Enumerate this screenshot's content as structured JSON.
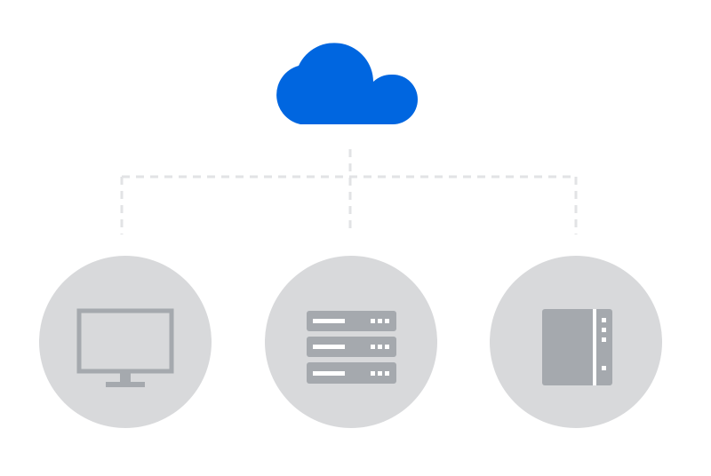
{
  "diagram": {
    "cloud": {
      "icon": "cloud-icon",
      "color": "#0066e0"
    },
    "connector_color": "#e2e3e5",
    "circle_color": "#d8d9db",
    "device_color": "#a5a9ae",
    "devices": [
      {
        "name": "monitor",
        "icon": "monitor-icon"
      },
      {
        "name": "server-rack",
        "icon": "server-rack-icon"
      },
      {
        "name": "storage-box",
        "icon": "storage-box-icon"
      }
    ]
  }
}
